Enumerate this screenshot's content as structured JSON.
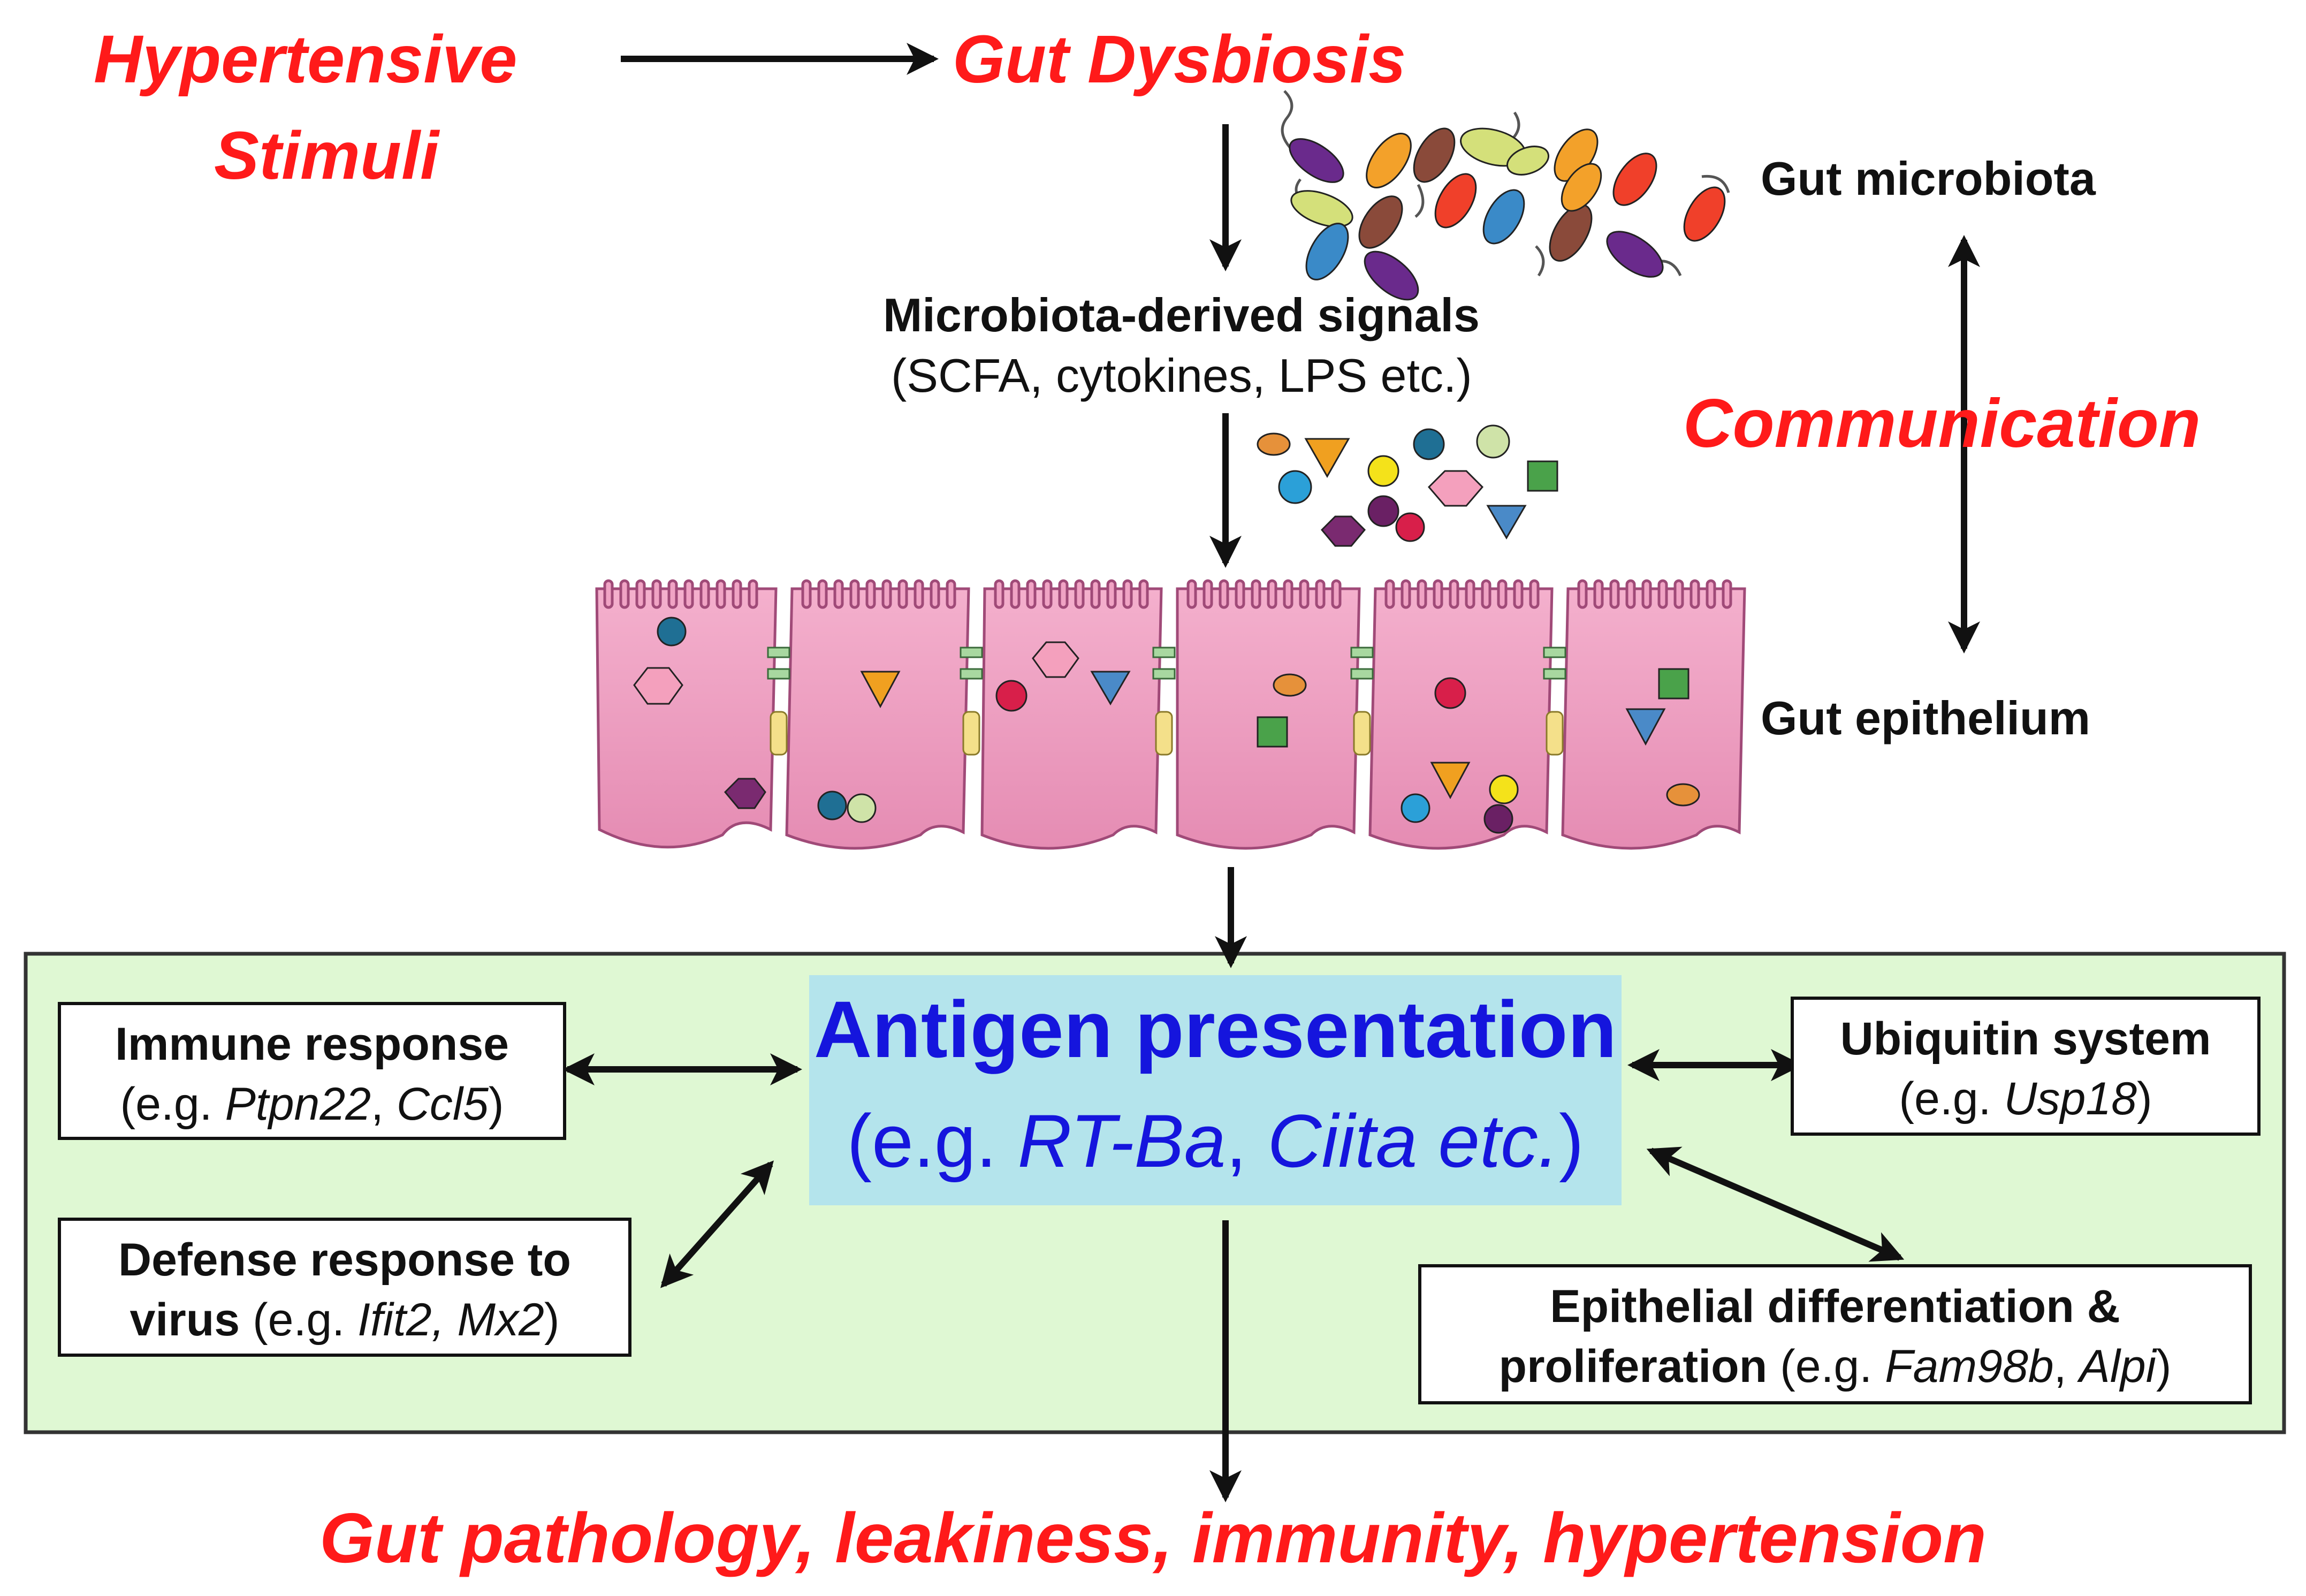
{
  "top": {
    "stimuli_line1": "Hypertensive",
    "stimuli_line2": "Stimuli",
    "dysbiosis": "Gut Dysbiosis"
  },
  "labels": {
    "gut_microbiota": "Gut microbiota",
    "signals_title": "Microbiota-derived signals",
    "signals_examples": "(SCFA, cytokines, LPS etc.)",
    "communication": "Communication",
    "gut_epithelium": "Gut epithelium"
  },
  "center": {
    "title": "Antigen presentation",
    "sub_prefix": "(e.g. ",
    "gene1": "RT-Ba",
    "sep": ", ",
    "gene2": "Ciita etc.",
    "sub_suffix": ")"
  },
  "boxes": {
    "immune": {
      "title": "Immune response",
      "prefix": "(e.g. ",
      "g1": "Ptpn22",
      "sep": ", ",
      "g2": "Ccl5",
      "suffix": ")"
    },
    "defense": {
      "line1": "Defense response to",
      "bold2": "virus",
      "prefix": " (e.g. ",
      "g1": "Ifit2, Mx2",
      "suffix": ")"
    },
    "ubiquitin": {
      "title": "Ubiquitin system",
      "prefix": "(e.g. ",
      "g1": "Usp18",
      "suffix": ")"
    },
    "epithelial": {
      "line1": "Epithelial differentiation &",
      "bold2": "proliferation",
      "prefix": " (e.g. ",
      "g1": "Fam98b",
      "sep": ", ",
      "g2": "Alpi",
      "suffix": ")"
    }
  },
  "bottom": "Gut pathology, leakiness, immunity, hypertension",
  "colors": {
    "red": "#ff1a1a",
    "blue": "#1515dd",
    "panel_bg": "#dff8d3",
    "center_bg": "#b4e4ec",
    "cell": "#f0a3c4"
  }
}
